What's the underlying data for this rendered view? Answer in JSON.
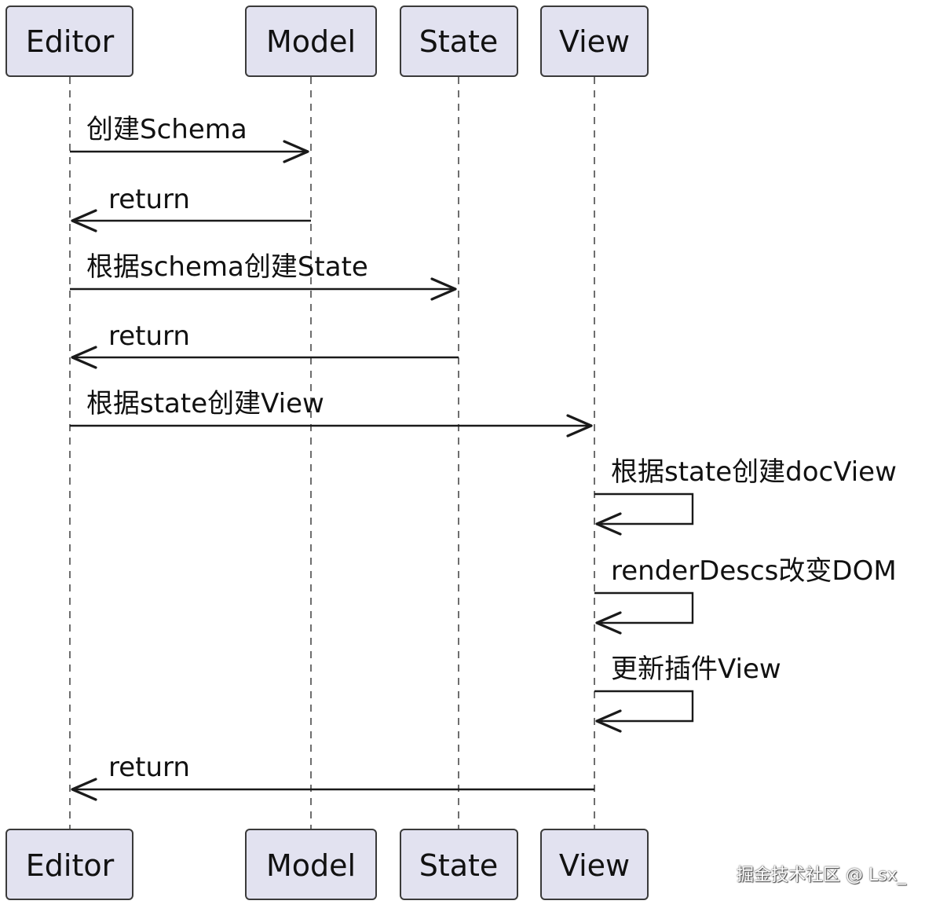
{
  "participants": [
    {
      "id": "editor",
      "label": "Editor"
    },
    {
      "id": "model",
      "label": "Model"
    },
    {
      "id": "state",
      "label": "State"
    },
    {
      "id": "view",
      "label": "View"
    }
  ],
  "messages": [
    {
      "from": "editor",
      "to": "model",
      "label": "创建Schema"
    },
    {
      "from": "model",
      "to": "editor",
      "label": "return"
    },
    {
      "from": "editor",
      "to": "state",
      "label": "根据schema创建State"
    },
    {
      "from": "state",
      "to": "editor",
      "label": "return"
    },
    {
      "from": "editor",
      "to": "view",
      "label": "根据state创建View"
    },
    {
      "from": "view",
      "to": "view",
      "label": "根据state创建docView"
    },
    {
      "from": "view",
      "to": "view",
      "label": "renderDescs改变DOM"
    },
    {
      "from": "view",
      "to": "view",
      "label": "更新插件View"
    },
    {
      "from": "view",
      "to": "editor",
      "label": "return"
    }
  ],
  "watermark": "掘金技术社区 @ Lsx_"
}
